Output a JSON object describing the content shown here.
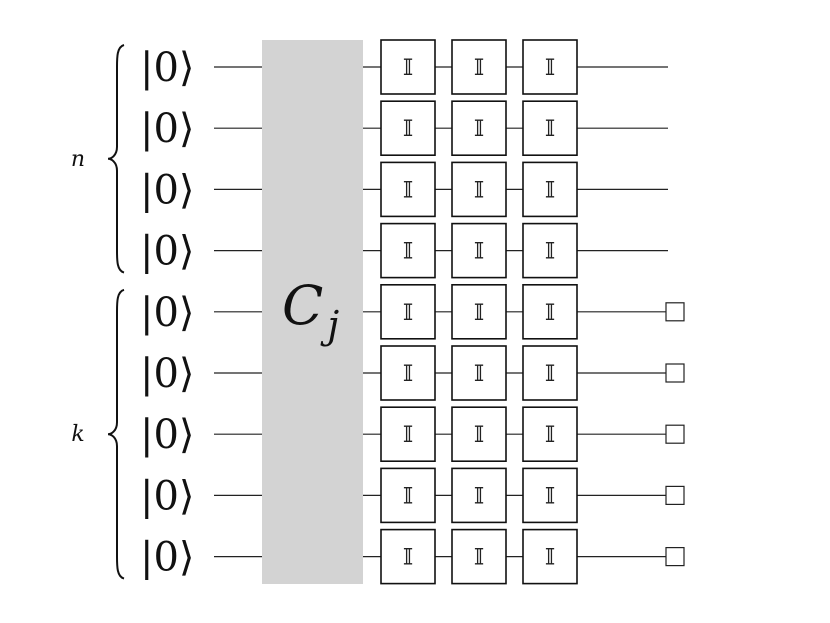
{
  "diagram": {
    "registers": [
      {
        "label": "n",
        "wire_count": 4,
        "measured": false
      },
      {
        "label": "k",
        "wire_count": 5,
        "measured": true
      }
    ],
    "initial_state": "|0⟩",
    "block": {
      "label": "C",
      "subscript": "j"
    },
    "gate_label": "𝕀",
    "gate_columns": 3,
    "colors": {
      "block_fill": "#d3d3d3",
      "line": "#222222"
    }
  }
}
